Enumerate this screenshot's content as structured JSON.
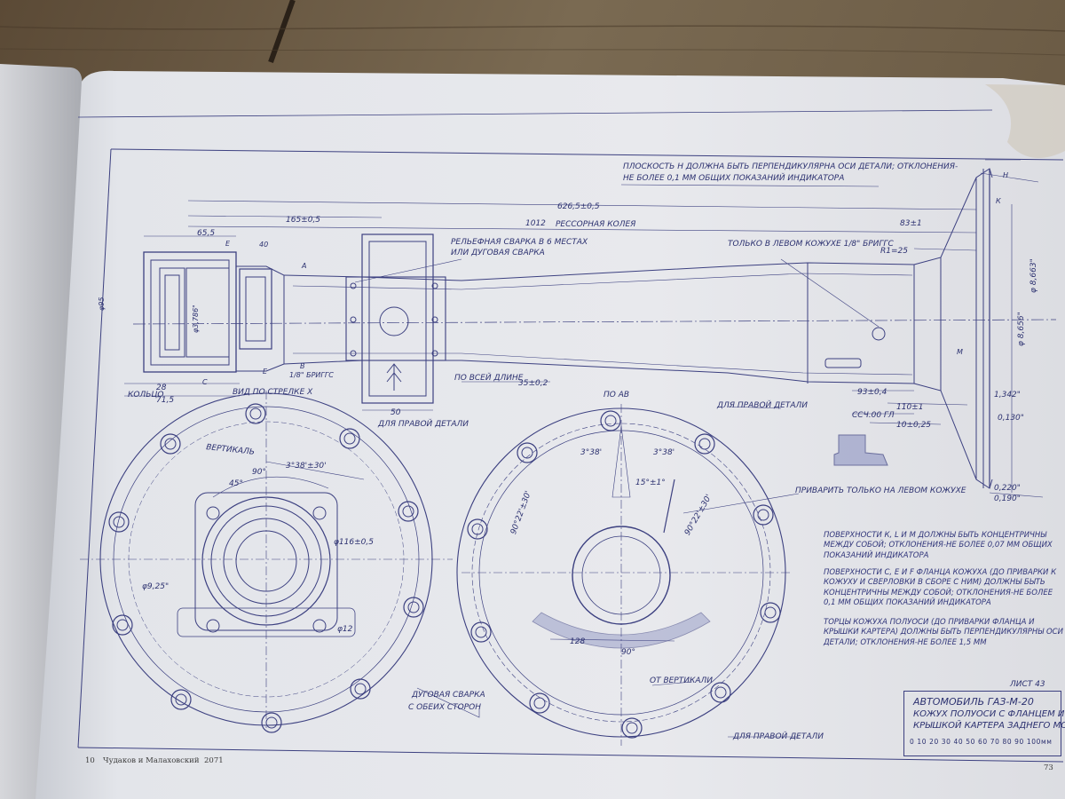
{
  "sheet": {
    "sheet_label": "ЛИСТ 43",
    "page_number": "73",
    "page_left_number": "10",
    "footer_publisher": "Чудаков и Малаховский",
    "footer_code": "2071"
  },
  "title_block": {
    "line1": "АВТОМОБИЛЬ ГАЗ-М-20",
    "line2": "КОЖУХ ПОЛУОСИ С ФЛАНЦЕМ И",
    "line3": "КРЫШКОЙ КАРТЕРА ЗАДНЕГО МОСТА",
    "scale": "0 10 20 30 40 50 60 70 80 90 100мм"
  },
  "top_note": {
    "line1": "ПЛОСКОСТЬ Н ДОЛЖНА БЫТЬ ПЕРПЕНДИКУЛЯРНА ОСИ ДЕТАЛИ; ОТКЛОНЕНИЯ-",
    "line2": "НЕ БОЛЕЕ 0,1 ММ ОБЩИХ ПОКАЗАНИЙ ИНДИКАТОРА"
  },
  "dimensions": {
    "overall": "626,5±0,5",
    "d165": "165±0,5",
    "track": "1012",
    "track_label": "РЕССОРНАЯ КОЛЕЯ",
    "d65": "65,5",
    "d83": "83±1",
    "d40": "40",
    "d28": "28",
    "ring": "КОЛЬЦО",
    "d71": "71,5",
    "d35": "35±0,2",
    "along": "ПО ВСЕЙ ДЛИНЕ",
    "d50": "50",
    "d93": "93±0,4",
    "d110": "110±1",
    "d10": "10±0,25",
    "d8656": "φ 8,656\"",
    "d8663": "φ 8,663\"",
    "d1342": "1,342\"",
    "d0130": "0,130\"",
    "d0220": "0,220\"",
    "d0190": "0,190\"",
    "d95": "φ95",
    "d3": "φ3,786\"",
    "d116": "φ116±0,5",
    "d925": "φ9,25\"",
    "d12": "φ12",
    "d128": "128",
    "a3_38": "3°38'±30'",
    "a45": "45°",
    "a90": "90°",
    "a3_38b": "3°38'",
    "a15": "15°±1°",
    "a90_22": "90°22'±30'",
    "a90b": "90°"
  },
  "labels": {
    "weld": "РЕЛЬЕФНАЯ СВАРКА В 6 МЕСТАХ",
    "weld2": "ИЛИ ДУГОВАЯ СВАРКА",
    "left_only": "ТОЛЬКО В ЛЕВОМ КОЖУХЕ 1/8\" БРИГГС",
    "brigs": "1/8\" БРИГГС",
    "right_part1": "ДЛЯ ПРАВОЙ ДЕТАЛИ",
    "right_part2": "ДЛЯ ПРАВОЙ ДЕТАЛИ",
    "right_part3": "ДЛЯ ПРАВОЙ ДЕТАЛИ",
    "view_x": "ВИД ПО СТРЕЛКЕ X",
    "section_ab": "ПО АВ",
    "vertical": "ВЕРТИКАЛЬ",
    "from_vertical": "ОТ ВЕРТИКАЛИ",
    "weld_left": "ПРИВАРИТЬ ТОЛЬКО НА ЛЕВОМ КОЖУХЕ",
    "arc_weld1": "ДУГОВАЯ СВАРКА",
    "arc_weld2": "С ОБЕИХ СТОРОН",
    "rl": "R1=25",
    "cch": "ССЧ.00 ГЛ",
    "letter_h": "Н",
    "letter_k": "К",
    "letter_m": "М",
    "letter_e": "Е",
    "letter_c": "С",
    "letter_a": "А",
    "letter_b": "В"
  },
  "notes": [
    "ПОВЕРХНОСТИ К, L И М ДОЛЖНЫ БЫТЬ КОНЦЕНТРИЧНЫ МЕЖДУ СОБОЙ; ОТКЛОНЕНИЯ-НЕ БОЛЕЕ 0,07 ММ ОБЩИХ ПОКАЗАНИЙ ИНДИКАТОРА",
    "ПОВЕРХНОСТИ С, Е И F ФЛАНЦА КОЖУХА (ДО ПРИВАРКИ К КОЖУХУ И СВЕРЛОВКИ В СБОРЕ С НИМ) ДОЛЖНЫ БЫТЬ КОНЦЕНТРИЧНЫ МЕЖДУ СОБОЙ; ОТКЛОНЕНИЯ-НЕ БОЛЕЕ 0,1 ММ ОБЩИХ ПОКАЗАНИЙ ИНДИКАТОРА",
    "ТОРЦЫ КОЖУХА ПОЛУОСИ (ДО ПРИВАРКИ ФЛАНЦА И КРЫШКИ КАРТЕРА) ДОЛЖНЫ БЫТЬ ПЕРПЕНДИКУЛЯРНЫ ОСИ ДЕТАЛИ; ОТКЛОНЕНИЯ-НЕ БОЛЕЕ 1,5 ММ"
  ]
}
